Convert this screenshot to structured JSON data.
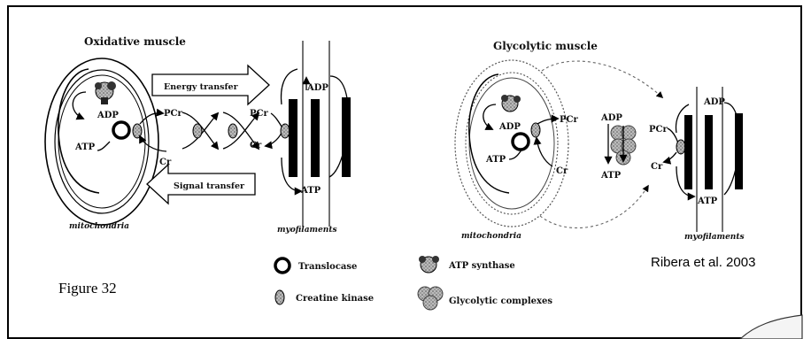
{
  "figure": {
    "label": "Figure 32",
    "citation": "Ribera et al. 2003"
  },
  "oxidative": {
    "title": "Oxidative muscle",
    "energy_transfer": "Energy transfer",
    "signal_transfer": "Signal transfer",
    "adp_mito": "ADP",
    "atp_mito": "ATP",
    "pcr_1": "PCr",
    "cr_1": "Cr",
    "pcr_2": "PCr",
    "cr_2": "Cr",
    "adp_myo": "ADP",
    "atp_myo": "ATP",
    "mitochondria": "mitochondria",
    "myofilaments": "myofilaments"
  },
  "glycolytic": {
    "title": "Glycolytic muscle",
    "adp_mito": "ADP",
    "atp_mito": "ATP",
    "pcr_1": "PCr",
    "cr_1": "Cr",
    "adp_gly": "ADP",
    "atp_gly": "ATP",
    "pcr_2": "PCr",
    "cr_2": "Cr",
    "adp_myo": "ADP",
    "atp_myo": "ATP",
    "mitochondria": "mitochondria",
    "myofilaments": "myofilaments"
  },
  "legend": {
    "translocase": "Translocase",
    "atp_synthase": "ATP synthase",
    "creatine_kinase": "Creatine kinase",
    "glycolytic_complexes": "Glycolytic complexes"
  }
}
